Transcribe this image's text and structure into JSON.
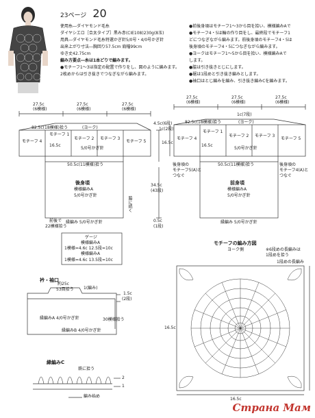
{
  "header": {
    "page_label": "23ページ",
    "pattern_no": "20"
  },
  "materials": [
    "使用糸―ダイヤモンド毛糸",
    "ダイヤシエロ［合太タイプ］黒み赤(CIE108)230g(8玉)",
    "用具―ダイヤモンド毛糸特選かぎ針5/0号・4/0号かぎ針",
    "出来上がり寸法―胸回り57.5cm  肩幅99cm",
    "ゆき丈42.75cm",
    "編み方要点―糸は1本どりで編みます。",
    "●モチーフ1〜3は指定の配置で作りをし、図のように編みます。",
    "2枚めからは引き抜きでつなぎながら編みます。"
  ],
  "instructions": [
    "●前後身頃はモチーフ1〜3から目を拾い、模様編みAで",
    "●モチーフ4・5は輪の作り目をし、最終段でモチーフ1",
    "どにつなぎながら編みます。前後身頃のモチーフ4・5は",
    "後身頃のモチーフ4・5につなぎながら編みます。",
    "●ヨークはモチーフ1〜5から目を拾い、模様編みAで",
    "します。",
    "●脇は引き抜きとじにします。",
    "●裾は1段めと引き抜き編みとします。",
    "●袖口はとじ編みを編み、引き抜き編みCを編みます。"
  ],
  "back": {
    "widths": [
      "27.5c",
      "27.5c",
      "27.5c"
    ],
    "subs": [
      "(6模様)",
      "(6模様)",
      "(6模様)"
    ],
    "yoke_line": "82.5c(18模様)拾う",
    "yoke_label": "(ヨーク)",
    "motifs": [
      "モチーフ 4",
      "モチーフ 1",
      "モチーフ 2",
      "モチーフ 3",
      "モチーフ 5"
    ],
    "depth": "16.5c",
    "center_label": "50.5c(11模様)拾う",
    "title": "後身頃",
    "pattern": "模様編みA",
    "hook": "5/0号かぎ針",
    "hem": "縁編み 5/0号かぎ針",
    "hem_note1": "前後で",
    "hem_note2": "22模様拾う",
    "side_label": "脇に続く",
    "height": "34.5c",
    "height_sub": "(43段)",
    "cuff": "0.5c",
    "cuff_sub": "(1段)",
    "shoulder": "4.5c(6段)",
    "shoulder_sub": "1c(2段)"
  },
  "front": {
    "widths": [
      "27.5c",
      "27.5c",
      "27.5c"
    ],
    "subs": [
      "(6模様)",
      "(6模様)",
      "(6模様)"
    ],
    "yoke_line": "82.5c(18模様)拾う",
    "yoke_label": "(ヨーク)",
    "motifs": [
      "モチーフ 4",
      "モチーフ 1",
      "モチーフ 2",
      "モチーフ 3",
      "モチーフ 5"
    ],
    "top": "1c(7段)",
    "depth": "16.5c",
    "center_label": "50.5c(11模様)拾う",
    "title": "前身頃",
    "pattern": "模様編みA",
    "hook": "5/0号かぎ針",
    "hem": "縁編み 5/0号かぎ針",
    "note_left1": "後身頃の",
    "note_left2": "モチーフ5(A)と",
    "note_left3": "つなぐ",
    "note_right1": "後身頃の",
    "note_right2": "モチーフ4(A)と",
    "note_right3": "つなぐ"
  },
  "gauge": {
    "title": "ゲージ",
    "pattern": "模様編みA",
    "row1": "1模様=4.6c  12.5段=10c",
    "pattern2": "模様編みA",
    "row2": "1模様=4.6c  13.5段=10c"
  },
  "sleeve": {
    "title": "衿・袖口",
    "top_left": "約25c",
    "top_mid": "53目拾う",
    "start": "1(編み)",
    "right": "1.5c",
    "right_sub": "(2段)",
    "body": "縁編みA 4/0号かぎ針",
    "side": "30模様拾う",
    "bottom": "縁編みB 4/0号かぎ針"
  },
  "edge": {
    "title": "縁編みC",
    "top": "鉄に拾う",
    "start": "編み始め",
    "row2": "2",
    "row1": "1"
  },
  "motif7": {
    "title": "モチーフの編み方図",
    "sub": "ヨーク側",
    "note": "※6段めの長編みは",
    "note2": "  1段めを拾う",
    "right_tag": "1段めの長編み",
    "height": "16.5c",
    "width": "16.5c"
  },
  "watermark": "Страна Мам"
}
